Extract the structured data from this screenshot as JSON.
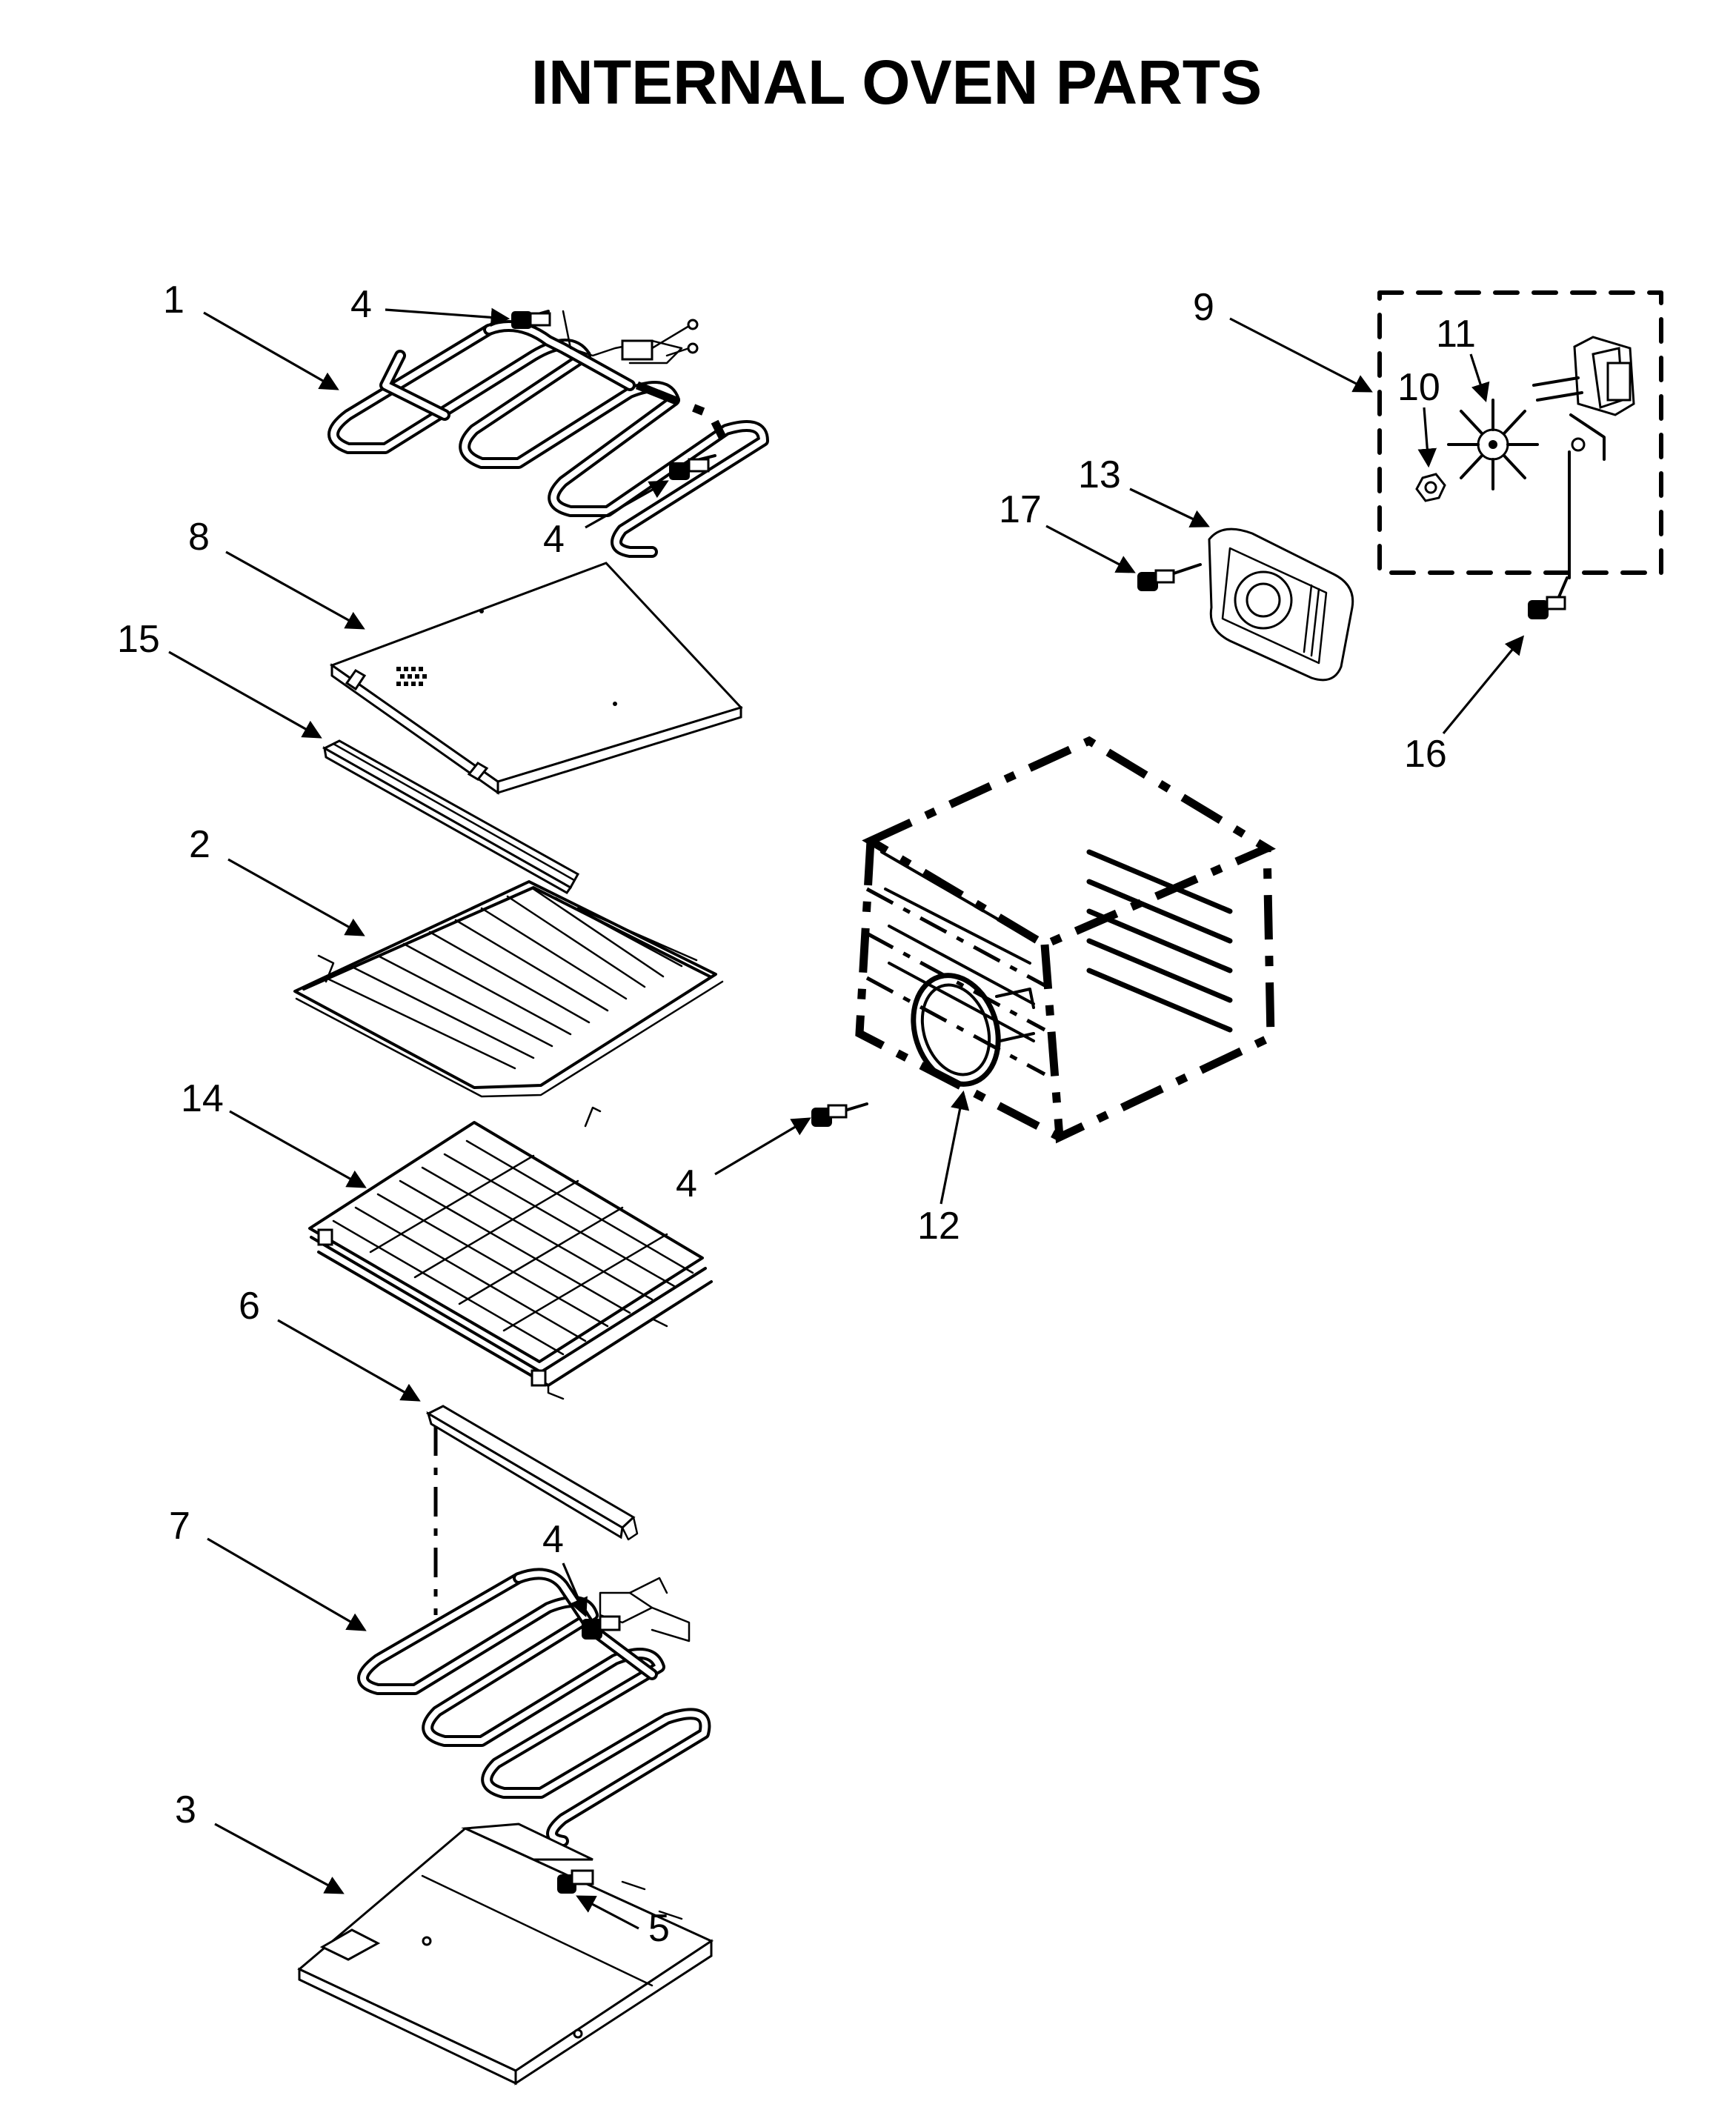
{
  "title": "INTERNAL OVEN PARTS",
  "callouts": [
    {
      "id": "c1",
      "label": "1"
    },
    {
      "id": "c4a",
      "label": "4"
    },
    {
      "id": "c4b",
      "label": "4"
    },
    {
      "id": "c8",
      "label": "8"
    },
    {
      "id": "c15",
      "label": "15"
    },
    {
      "id": "c2",
      "label": "2"
    },
    {
      "id": "c14",
      "label": "14"
    },
    {
      "id": "c6",
      "label": "6"
    },
    {
      "id": "c7",
      "label": "7"
    },
    {
      "id": "c4c",
      "label": "4"
    },
    {
      "id": "c3",
      "label": "3"
    },
    {
      "id": "c5",
      "label": "5"
    },
    {
      "id": "c9",
      "label": "9"
    },
    {
      "id": "c11",
      "label": "11"
    },
    {
      "id": "c10",
      "label": "10"
    },
    {
      "id": "c13",
      "label": "13"
    },
    {
      "id": "c17",
      "label": "17"
    },
    {
      "id": "c16",
      "label": "16"
    },
    {
      "id": "c4d",
      "label": "4"
    },
    {
      "id": "c12",
      "label": "12"
    }
  ]
}
